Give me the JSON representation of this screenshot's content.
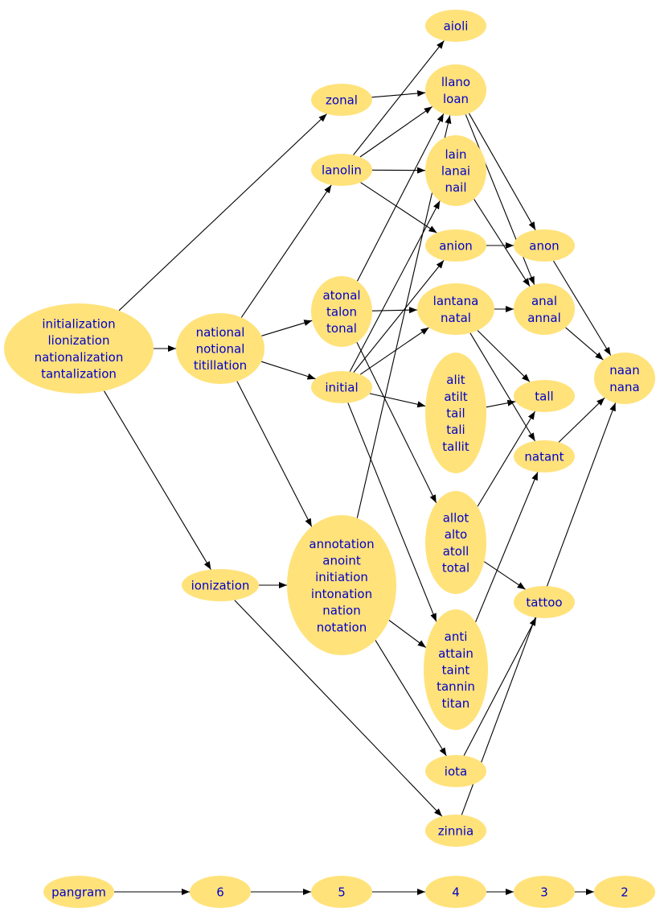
{
  "colors": {
    "node_fill": "#ffe27a",
    "label": "#0000cc",
    "edge": "#000000",
    "background": "#ffffff"
  },
  "nodes": [
    {
      "id": "initialization",
      "lines": [
        "initialization",
        "lionization",
        "nationalization",
        "tantalization"
      ]
    },
    {
      "id": "national",
      "lines": [
        "national",
        "notional",
        "titillation"
      ]
    },
    {
      "id": "ionization",
      "lines": [
        "ionization"
      ]
    },
    {
      "id": "zonal",
      "lines": [
        "zonal"
      ]
    },
    {
      "id": "lanolin",
      "lines": [
        "lanolin"
      ]
    },
    {
      "id": "atonal",
      "lines": [
        "atonal",
        "talon",
        "tonal"
      ]
    },
    {
      "id": "initial",
      "lines": [
        "initial"
      ]
    },
    {
      "id": "annotation",
      "lines": [
        "annotation",
        "anoint",
        "initiation",
        "intonation",
        "nation",
        "notation"
      ]
    },
    {
      "id": "aioli",
      "lines": [
        "aioli"
      ]
    },
    {
      "id": "llano",
      "lines": [
        "llano",
        "loan"
      ]
    },
    {
      "id": "lain",
      "lines": [
        "lain",
        "lanai",
        "nail"
      ]
    },
    {
      "id": "anion",
      "lines": [
        "anion"
      ]
    },
    {
      "id": "lantana",
      "lines": [
        "lantana",
        "natal"
      ]
    },
    {
      "id": "alit",
      "lines": [
        "alit",
        "atilt",
        "tail",
        "tali",
        "tallit"
      ]
    },
    {
      "id": "allot",
      "lines": [
        "allot",
        "alto",
        "atoll",
        "total"
      ]
    },
    {
      "id": "anti",
      "lines": [
        "anti",
        "attain",
        "taint",
        "tannin",
        "titan"
      ]
    },
    {
      "id": "iota",
      "lines": [
        "iota"
      ]
    },
    {
      "id": "zinnia",
      "lines": [
        "zinnia"
      ]
    },
    {
      "id": "anon",
      "lines": [
        "anon"
      ]
    },
    {
      "id": "anal",
      "lines": [
        "anal",
        "annal"
      ]
    },
    {
      "id": "tall",
      "lines": [
        "tall"
      ]
    },
    {
      "id": "natant",
      "lines": [
        "natant"
      ]
    },
    {
      "id": "tattoo",
      "lines": [
        "tattoo"
      ]
    },
    {
      "id": "naan",
      "lines": [
        "naan",
        "nana"
      ]
    },
    {
      "id": "pangram",
      "lines": [
        "pangram"
      ]
    },
    {
      "id": "n6",
      "lines": [
        "6"
      ]
    },
    {
      "id": "n5",
      "lines": [
        "5"
      ]
    },
    {
      "id": "n4",
      "lines": [
        "4"
      ]
    },
    {
      "id": "n3",
      "lines": [
        "3"
      ]
    },
    {
      "id": "n2",
      "lines": [
        "2"
      ]
    }
  ],
  "edges": [
    [
      "initialization",
      "zonal"
    ],
    [
      "initialization",
      "national"
    ],
    [
      "initialization",
      "ionization"
    ],
    [
      "national",
      "lanolin"
    ],
    [
      "national",
      "atonal"
    ],
    [
      "national",
      "initial"
    ],
    [
      "national",
      "annotation"
    ],
    [
      "ionization",
      "annotation"
    ],
    [
      "ionization",
      "zinnia"
    ],
    [
      "zonal",
      "llano"
    ],
    [
      "lanolin",
      "aioli"
    ],
    [
      "lanolin",
      "llano"
    ],
    [
      "lanolin",
      "lain"
    ],
    [
      "lanolin",
      "anion"
    ],
    [
      "atonal",
      "llano"
    ],
    [
      "atonal",
      "lantana"
    ],
    [
      "atonal",
      "allot"
    ],
    [
      "initial",
      "lain"
    ],
    [
      "initial",
      "anion"
    ],
    [
      "initial",
      "lantana"
    ],
    [
      "initial",
      "alit"
    ],
    [
      "initial",
      "anti"
    ],
    [
      "annotation",
      "llano"
    ],
    [
      "annotation",
      "anti"
    ],
    [
      "annotation",
      "iota"
    ],
    [
      "llano",
      "anon"
    ],
    [
      "llano",
      "anal"
    ],
    [
      "lain",
      "anal"
    ],
    [
      "anion",
      "anon"
    ],
    [
      "lantana",
      "anal"
    ],
    [
      "lantana",
      "tall"
    ],
    [
      "lantana",
      "natant"
    ],
    [
      "alit",
      "tall"
    ],
    [
      "allot",
      "tall"
    ],
    [
      "allot",
      "tattoo"
    ],
    [
      "anti",
      "natant"
    ],
    [
      "iota",
      "tattoo"
    ],
    [
      "zinnia",
      "naan"
    ],
    [
      "anon",
      "naan"
    ],
    [
      "anal",
      "naan"
    ],
    [
      "natant",
      "naan"
    ],
    [
      "pangram",
      "n6"
    ],
    [
      "n6",
      "n5"
    ],
    [
      "n5",
      "n4"
    ],
    [
      "n4",
      "n3"
    ],
    [
      "n3",
      "n2"
    ]
  ]
}
